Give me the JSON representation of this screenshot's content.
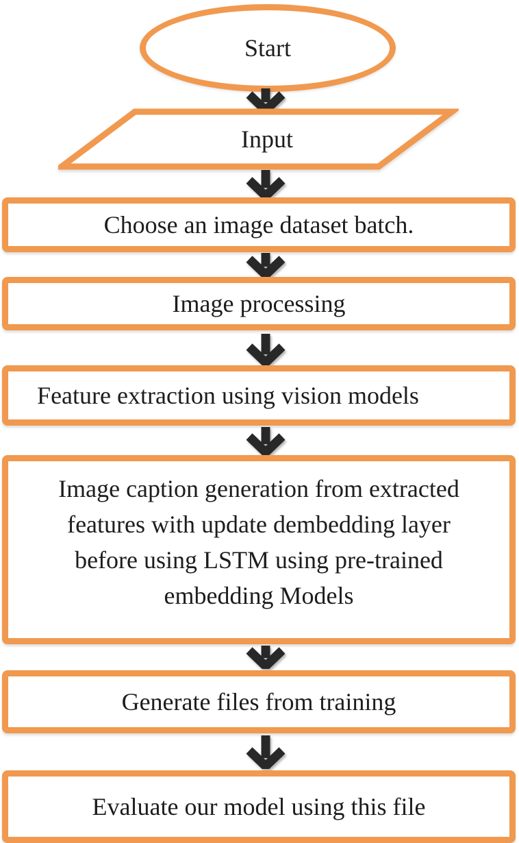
{
  "diagram_type": "flowchart",
  "colors": {
    "shape_border": "#F0994F",
    "arrow": "#282828",
    "text": "#1D1D1D",
    "background": "#FFFFFF"
  },
  "nodes": [
    {
      "id": "start",
      "shape": "ellipse",
      "label": "Start"
    },
    {
      "id": "input",
      "shape": "parallelogram",
      "label": "Input"
    },
    {
      "id": "choose-dataset",
      "shape": "rectangle",
      "label": "Choose an image dataset batch."
    },
    {
      "id": "image-processing",
      "shape": "rectangle",
      "label": "Image processing"
    },
    {
      "id": "feature-extraction",
      "shape": "rectangle",
      "label": "Feature extraction using vision models"
    },
    {
      "id": "caption-generation",
      "shape": "rectangle",
      "label": "Image caption generation from extracted features with update dembedding layer before using LSTM using pre-trained embedding Models",
      "lines": [
        "Image caption generation from extracted",
        "features with update dembedding layer",
        "before using LSTM using pre-trained",
        "embedding Models"
      ]
    },
    {
      "id": "generate-files",
      "shape": "rectangle",
      "label": "Generate files from training"
    },
    {
      "id": "evaluate-model",
      "shape": "rectangle",
      "label": "Evaluate our model using this file"
    }
  ],
  "edges": [
    {
      "from": "start",
      "to": "input"
    },
    {
      "from": "input",
      "to": "choose-dataset"
    },
    {
      "from": "choose-dataset",
      "to": "image-processing"
    },
    {
      "from": "image-processing",
      "to": "feature-extraction"
    },
    {
      "from": "feature-extraction",
      "to": "caption-generation"
    },
    {
      "from": "caption-generation",
      "to": "generate-files"
    },
    {
      "from": "generate-files",
      "to": "evaluate-model"
    }
  ]
}
